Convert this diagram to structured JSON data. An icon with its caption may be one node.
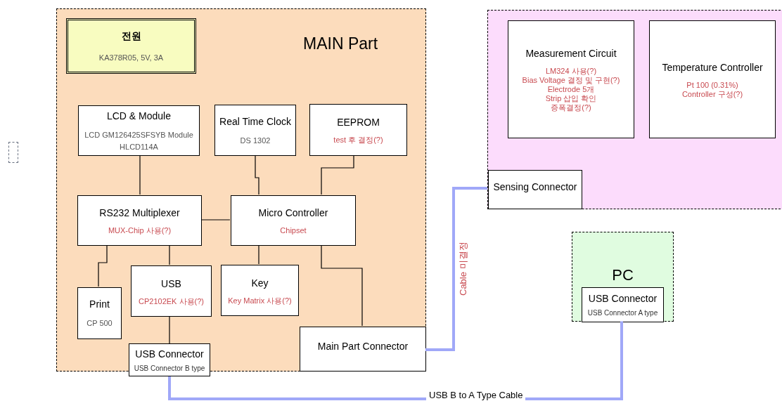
{
  "diagram": {
    "nodes": [
      {
        "text": [
          "MAIN Part"
        ]
      },
      {
        "text": [
          "전원",
          "KA378R05, 5V, 3A"
        ],
        "in": 0
      },
      {
        "text": [
          "LCD & Module",
          "LCD GM126425SFSYB Module HLCD114A"
        ],
        "in": 0
      },
      {
        "text": [
          "Real Time Clock",
          "DS 1302"
        ],
        "in": 0
      },
      {
        "text": [
          "EEPROM",
          "test 후 결정(?)"
        ],
        "in": 0
      },
      {
        "text": [
          "RS232 Multiplexer",
          "MUX-Chip 사용(?)"
        ],
        "in": 0
      },
      {
        "text": [
          "Micro Controller",
          "Chipset"
        ],
        "in": 0
      },
      {
        "text": [
          "Print",
          "CP 500"
        ],
        "in": 0
      },
      {
        "text": [
          "USB",
          "CP2102EK 사용(?)"
        ],
        "in": 0
      },
      {
        "text": [
          "Key",
          "Key Matrix 사용(?)"
        ],
        "in": 0
      },
      {
        "text": [
          "USB Connector",
          "USB Connector B type"
        ]
      },
      {
        "text": [
          "Main Part Connector"
        ],
        "in": 0
      },
      {
        "text": [],
        "shape": "box"
      },
      {
        "text": [
          "Measurement Circuit",
          "LM324 사용(?)",
          "Bias Voltage 결정 및 구현(?)",
          "Electrode 5개",
          "Strip 삽입 확인",
          "증폭결정(?)"
        ],
        "in": 12
      },
      {
        "text": [
          "Temperature Controller",
          "Pt 100 (0.31%)",
          "Controller 구성(?)"
        ],
        "in": 12
      },
      {
        "text": [
          "Sensing Connector"
        ],
        "in": 12
      },
      {
        "text": [
          "PC"
        ]
      },
      {
        "text": [
          "USB Connector",
          "USB Connector A type"
        ],
        "in": 16
      },
      {
        "text": [],
        "shape": "box"
      }
    ],
    "edges": [
      {
        "from": 2,
        "to": 5,
        "arrow": "none"
      },
      {
        "from": 3,
        "to": 6,
        "arrow": "none"
      },
      {
        "from": 4,
        "to": 6,
        "arrow": "none"
      },
      {
        "from": 5,
        "to": 6,
        "arrow": "none"
      },
      {
        "from": 5,
        "to": 7,
        "arrow": "none"
      },
      {
        "from": 5,
        "to": 8,
        "arrow": "none"
      },
      {
        "from": 6,
        "to": 9,
        "arrow": "none"
      },
      {
        "from": 6,
        "to": 11,
        "arrow": "none"
      },
      {
        "from": 8,
        "to": 10,
        "arrow": "none"
      },
      {
        "from": 11,
        "to": 15,
        "arrow": "none",
        "label": "Cable 미결정",
        "style": "thick",
        "color": "#a0a8f8"
      },
      {
        "from": 10,
        "to": 17,
        "arrow": "none",
        "label": "USB B to A Type Cable",
        "style": "thick",
        "color": "#a0a8f8"
      }
    ]
  }
}
